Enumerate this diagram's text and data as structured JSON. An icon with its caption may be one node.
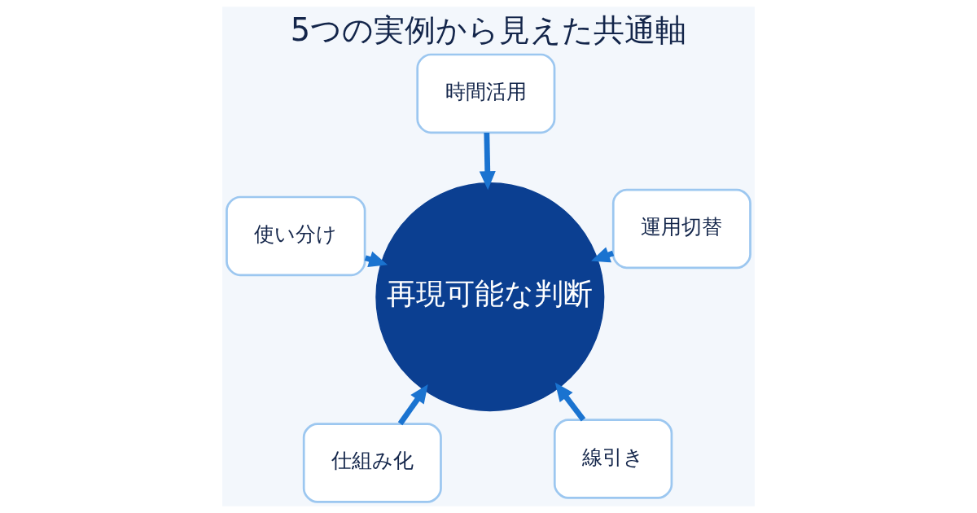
{
  "diagram": {
    "title": "5つの実例から見えた共通軸",
    "nodes": [
      {
        "text": [
          "仕組み化"
        ]
      },
      {
        "text": [
          "線引き"
        ]
      },
      {
        "text": [
          "再現可能な判断"
        ]
      },
      {
        "text": [
          "時間活用"
        ]
      },
      {
        "text": [
          "運用切替"
        ]
      },
      {
        "text": [
          "使い分け"
        ]
      }
    ],
    "edges": [
      {
        "from": 0,
        "to": 2,
        "arrow": "to"
      },
      {
        "from": 1,
        "to": 2,
        "arrow": "to"
      },
      {
        "from": 3,
        "to": 2,
        "arrow": "to"
      },
      {
        "from": 4,
        "to": 2,
        "arrow": "to"
      },
      {
        "from": 5,
        "to": 2,
        "arrow": "to"
      }
    ]
  }
}
